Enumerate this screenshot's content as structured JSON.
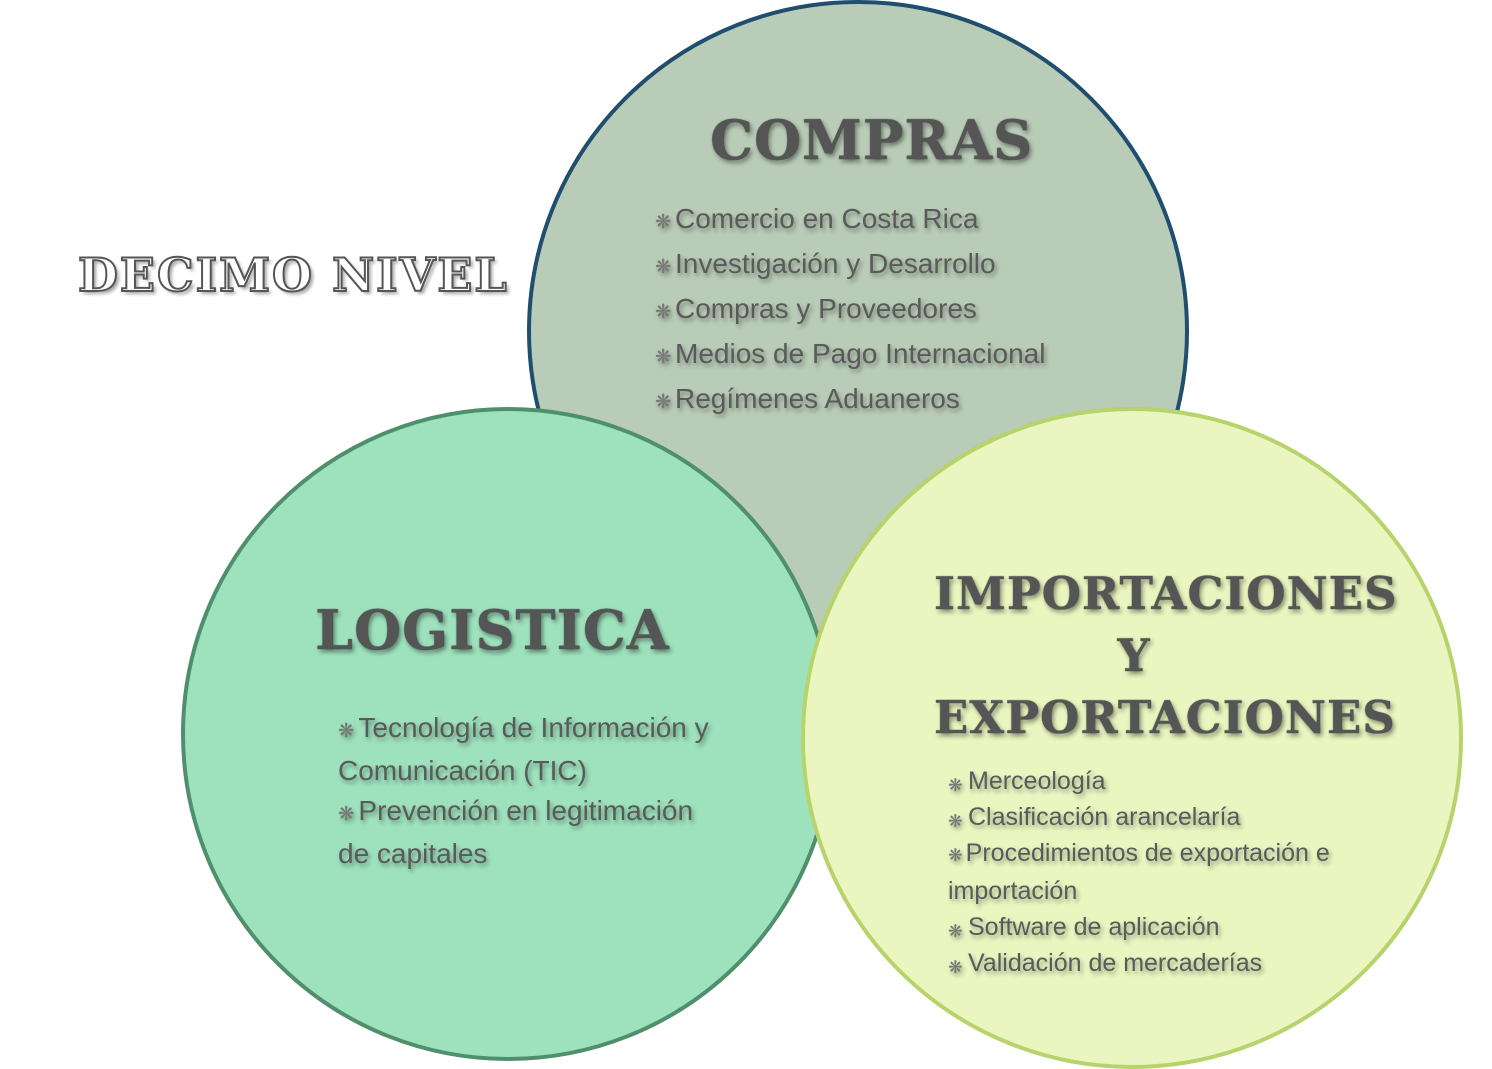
{
  "title": "DECIMO NIVEL",
  "circles": {
    "compras": {
      "title": "COMPRAS",
      "items": [
        "Comercio en Costa Rica",
        "Investigación y Desarrollo",
        "Compras y Proveedores",
        "Medios de Pago Internacional",
        "Regímenes Aduaneros"
      ]
    },
    "logistica": {
      "title": "LOGISTICA",
      "items": [
        "Tecnología de Información y Comunicación (TIC)",
        "Prevención en legitimación de capitales"
      ]
    },
    "importaciones": {
      "title": "IMPORTACIONES Y EXPORTACIONES",
      "items": [
        "Merceología",
        "Clasificación arancelaría",
        "Procedimientos de exportación e importación",
        "Software de aplicación",
        "Validación de mercaderías"
      ]
    }
  },
  "colors": {
    "compras_fill": "#b9ccb7",
    "compras_border": "#1f4e6e",
    "logistica_fill": "#9ee2bd",
    "logistica_border": "#4f8f6c",
    "importaciones_fill": "#eaf5c0",
    "importaciones_border": "#b6d36c"
  },
  "bullet_icon": "gem-bullet-icon"
}
